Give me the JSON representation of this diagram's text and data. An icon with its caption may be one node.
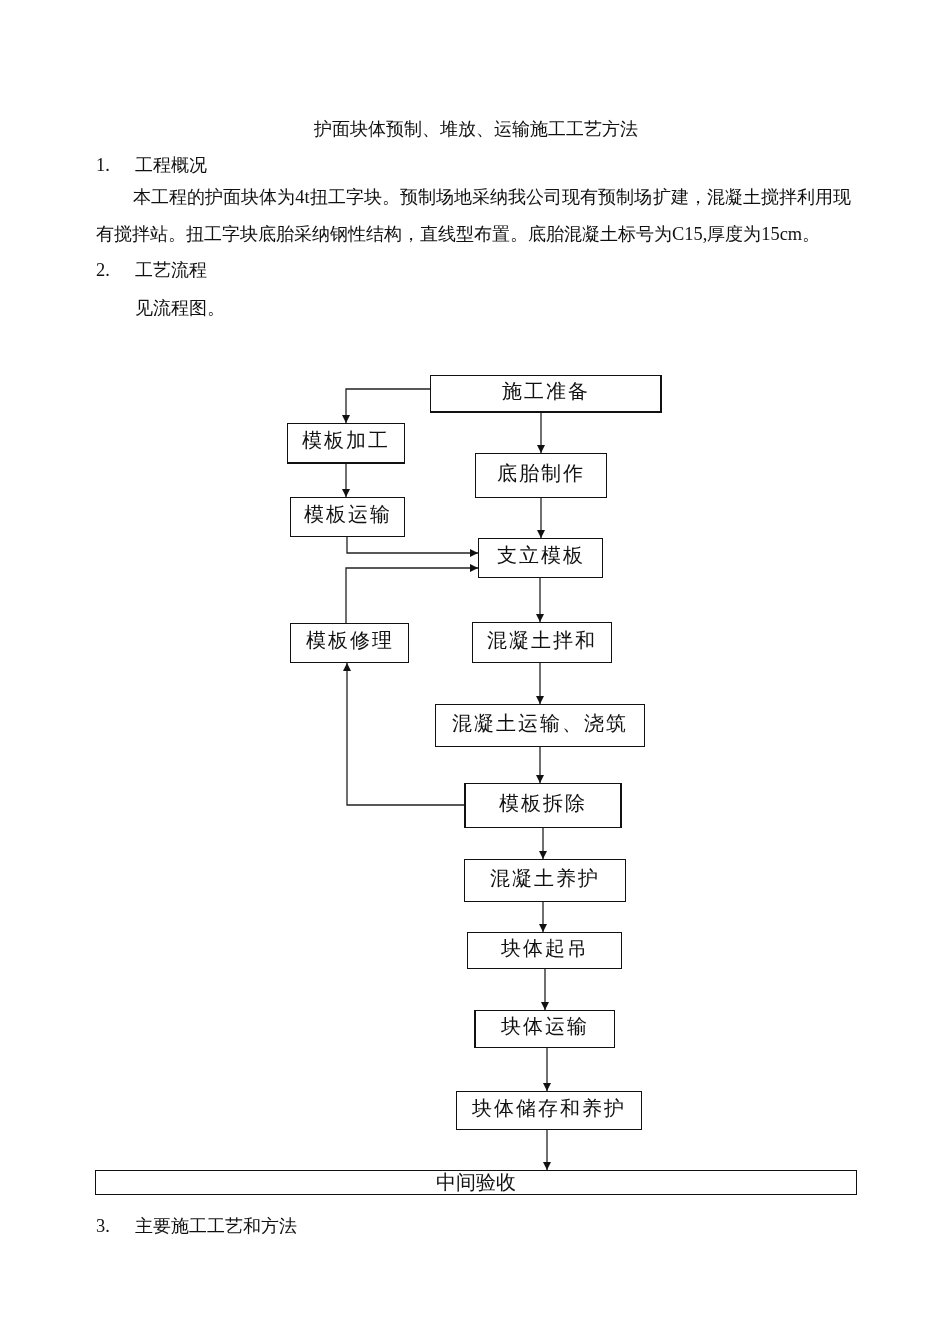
{
  "diagram": {
    "title": "护面块体预制、堆放、运输施工工艺方法",
    "nodes": [
      {
        "text": [
          "施工准备"
        ]
      },
      {
        "text": [
          "模板加工"
        ]
      },
      {
        "text": [
          "底胎制作"
        ]
      },
      {
        "text": [
          "模板运输"
        ]
      },
      {
        "text": [
          "支立模板"
        ]
      },
      {
        "text": [
          "模板修理"
        ]
      },
      {
        "text": [
          "混凝土拌和"
        ]
      },
      {
        "text": [
          "混凝土运输、浇筑"
        ]
      },
      {
        "text": [
          "模板拆除"
        ]
      },
      {
        "text": [
          "混凝土养护"
        ]
      },
      {
        "text": [
          "块体起吊"
        ]
      },
      {
        "text": [
          "块体运输"
        ]
      },
      {
        "text": [
          "块体储存和养护"
        ]
      },
      {
        "text": [
          "中间验收"
        ]
      }
    ],
    "edges": [
      {
        "from": 0,
        "to": 1,
        "arrow": "to"
      },
      {
        "from": 0,
        "to": 2,
        "arrow": "to"
      },
      {
        "from": 1,
        "to": 3,
        "arrow": "to"
      },
      {
        "from": 3,
        "to": 4,
        "arrow": "to"
      },
      {
        "from": 5,
        "to": 4,
        "arrow": "to"
      },
      {
        "from": 2,
        "to": 4,
        "arrow": "to"
      },
      {
        "from": 4,
        "to": 6,
        "arrow": "to"
      },
      {
        "from": 6,
        "to": 7,
        "arrow": "to"
      },
      {
        "from": 7,
        "to": 8,
        "arrow": "to"
      },
      {
        "from": 8,
        "to": 5,
        "arrow": "to"
      },
      {
        "from": 8,
        "to": 9,
        "arrow": "to"
      },
      {
        "from": 9,
        "to": 10,
        "arrow": "to"
      },
      {
        "from": 10,
        "to": 11,
        "arrow": "to"
      },
      {
        "from": 11,
        "to": 12,
        "arrow": "to"
      },
      {
        "from": 12,
        "to": 13,
        "arrow": "to"
      }
    ],
    "labels": [
      "1.",
      "工程概况",
      "本工程的护面块体为4t扭工字块。预制场地采纳我公司现有预制场扩建，混凝土搅拌利用现有搅拌站。扭工字块底胎采纳钢性结构，直线型布置。底胎混凝土标号为C15,厚度为15cm。",
      "2.",
      "工艺流程",
      "见流程图。",
      "3.",
      "主要施工工艺和方法"
    ]
  }
}
